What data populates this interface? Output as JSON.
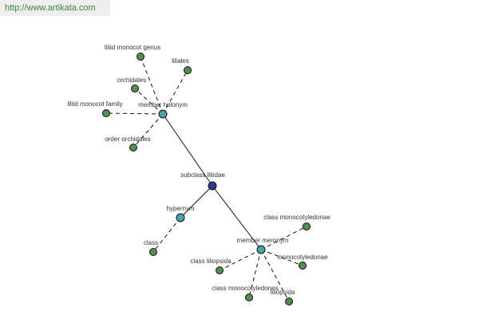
{
  "watermark": "http://www.artikata.com",
  "colors": {
    "root": "#2e3e8c",
    "relation": "#4aa3a8",
    "leaf": "#4f8f4f"
  },
  "nodes": [
    {
      "id": "subclass-liliidae",
      "label": "subclass liliidae",
      "kind": "root"
    },
    {
      "id": "member-holonym",
      "label": "member holonym",
      "kind": "relation"
    },
    {
      "id": "hypernym",
      "label": "hypernym",
      "kind": "relation"
    },
    {
      "id": "member-meronym",
      "label": "member meronym",
      "kind": "relation"
    },
    {
      "id": "liliid-monocot-genus",
      "label": "liliid monocot genus",
      "kind": "leaf"
    },
    {
      "id": "liliales",
      "label": "liliales",
      "kind": "leaf"
    },
    {
      "id": "orchidales",
      "label": "orchidales",
      "kind": "leaf"
    },
    {
      "id": "liliid-monocot-family",
      "label": "liliid monocot family",
      "kind": "leaf"
    },
    {
      "id": "order-orchidales",
      "label": "order orchidales",
      "kind": "leaf"
    },
    {
      "id": "class",
      "label": "class",
      "kind": "leaf"
    },
    {
      "id": "class-monocotyledonae",
      "label": "class monocotyledonae",
      "kind": "leaf"
    },
    {
      "id": "monocotyledonae",
      "label": "monocotyledonae",
      "kind": "leaf"
    },
    {
      "id": "class-liliopsida",
      "label": "class liliopsida",
      "kind": "leaf"
    },
    {
      "id": "class-monocotyledones",
      "label": "class monocotyledones",
      "kind": "leaf"
    },
    {
      "id": "liliopsida",
      "label": "liliopsida",
      "kind": "leaf"
    }
  ],
  "edges": [
    {
      "from": "subclass-liliidae",
      "to": "member-holonym",
      "style": "solid"
    },
    {
      "from": "subclass-liliidae",
      "to": "hypernym",
      "style": "solid"
    },
    {
      "from": "subclass-liliidae",
      "to": "member-meronym",
      "style": "solid"
    },
    {
      "from": "member-holonym",
      "to": "liliid-monocot-genus",
      "style": "dashed"
    },
    {
      "from": "member-holonym",
      "to": "liliales",
      "style": "dashed"
    },
    {
      "from": "member-holonym",
      "to": "orchidales",
      "style": "dashed"
    },
    {
      "from": "member-holonym",
      "to": "liliid-monocot-family",
      "style": "dashed"
    },
    {
      "from": "member-holonym",
      "to": "order-orchidales",
      "style": "dashed"
    },
    {
      "from": "hypernym",
      "to": "class",
      "style": "dashed"
    },
    {
      "from": "member-meronym",
      "to": "class-monocotyledonae",
      "style": "dashed"
    },
    {
      "from": "member-meronym",
      "to": "monocotyledonae",
      "style": "dashed"
    },
    {
      "from": "member-meronym",
      "to": "class-liliopsida",
      "style": "dashed"
    },
    {
      "from": "member-meronym",
      "to": "class-monocotyledones",
      "style": "dashed"
    },
    {
      "from": "member-meronym",
      "to": "liliopsida",
      "style": "dashed"
    }
  ]
}
